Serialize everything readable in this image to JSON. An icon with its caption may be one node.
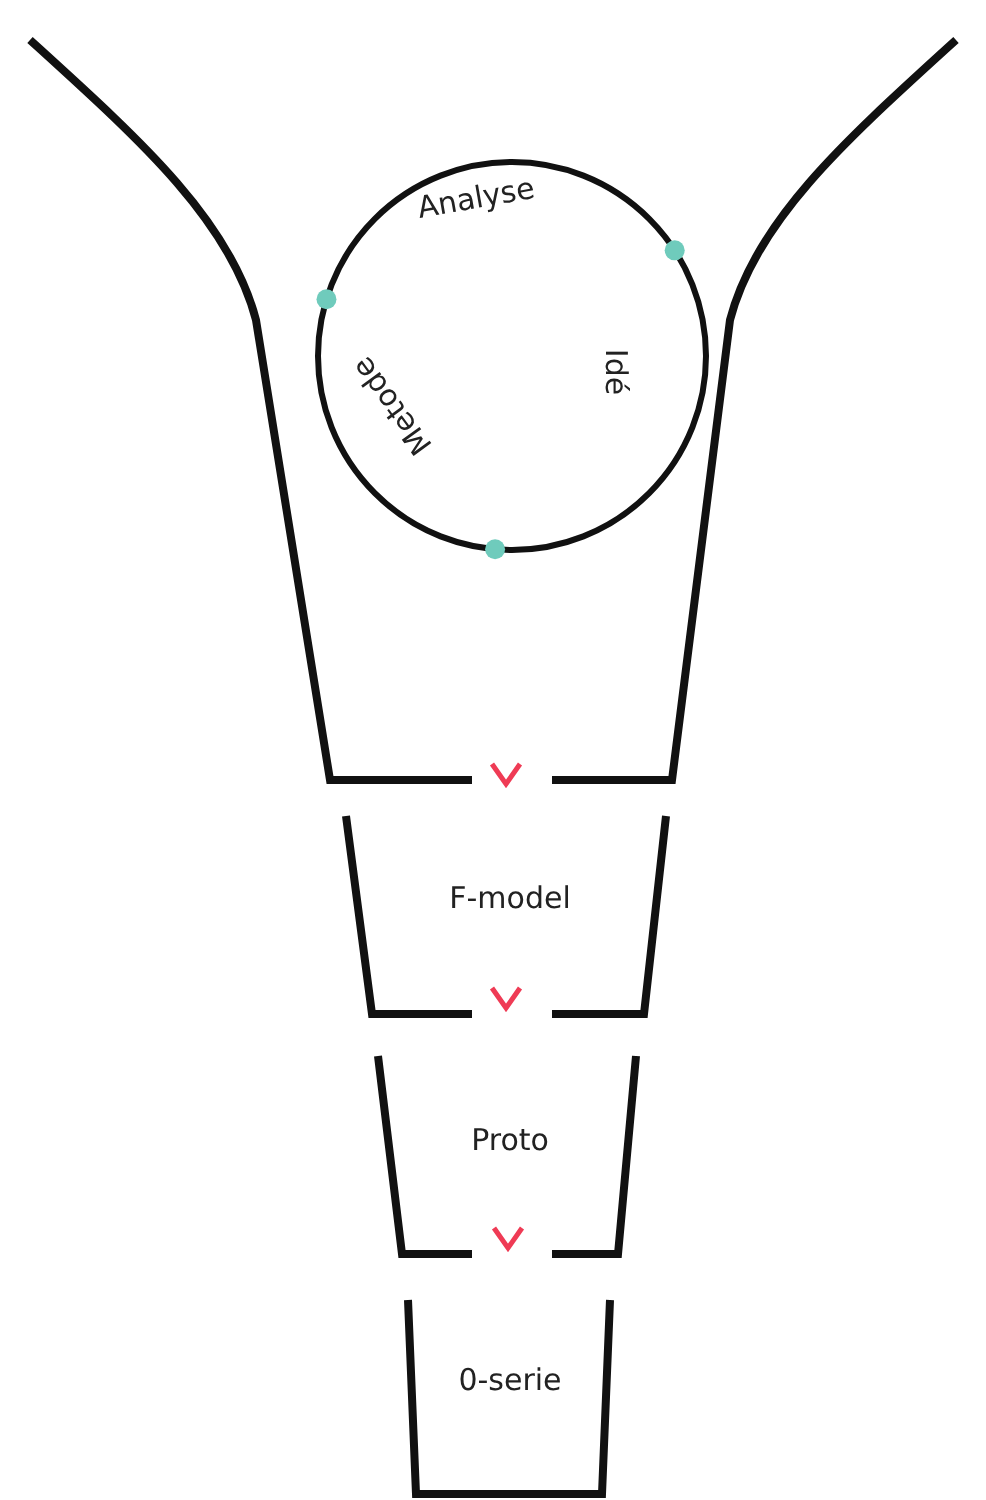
{
  "diagram": {
    "nodes": [
      {
        "text": [],
        "shape": "funnel"
      },
      {
        "text": [],
        "shape": "circle",
        "in": 0
      },
      {
        "text": [
          "Analyse"
        ],
        "in": 1
      },
      {
        "text": [
          "Idé"
        ],
        "in": 1
      },
      {
        "text": [
          "Metode"
        ],
        "in": 1
      },
      {
        "text": [
          "F-model"
        ]
      },
      {
        "text": [
          "Proto"
        ]
      },
      {
        "text": [
          "0-serie"
        ]
      }
    ],
    "edges": [
      {
        "from": 0,
        "to": 5,
        "arrow": "to",
        "color": "#ef3b55"
      },
      {
        "from": 5,
        "to": 6,
        "arrow": "to",
        "color": "#ef3b55"
      },
      {
        "from": 6,
        "to": 7,
        "arrow": "to",
        "color": "#ef3b55"
      }
    ]
  }
}
